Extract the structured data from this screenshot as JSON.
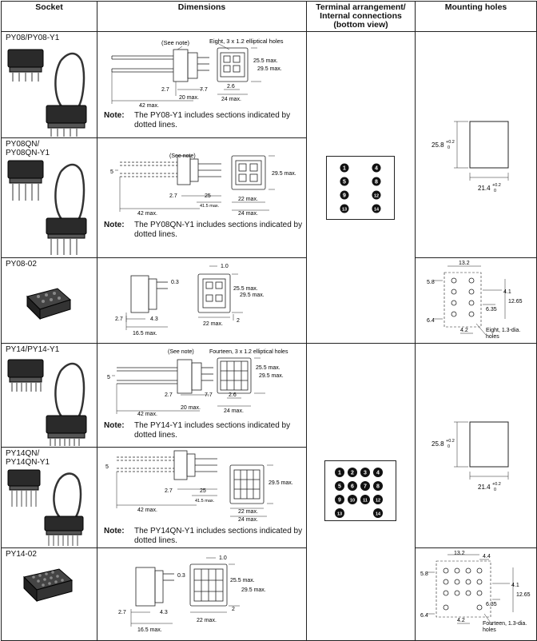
{
  "headers": {
    "socket": "Socket",
    "dimensions": "Dimensions",
    "terminal_line1": "Terminal arrangement/",
    "terminal_line2": "Internal connections",
    "terminal_line3": "(bottom view)",
    "mounting": "Mounting holes"
  },
  "rows": [
    {
      "socket": "PY08/PY08-Y1",
      "note_label": "Note:",
      "note_text": "The PY08-Y1 includes sections indicated by dotted lines.",
      "callout_see": "(See note)",
      "callout_holes": "Eight, 3 x 1.2 elliptical holes",
      "d1": "25.5 max.",
      "d2": "29.5 max.",
      "d3": "2.7",
      "d4": "7.7",
      "d5": "20 max.",
      "d6": "2.6",
      "d7": "42 max.",
      "d8": "24 max."
    },
    {
      "socket_l1": "PY08QN/",
      "socket_l2": "PY08QN-Y1",
      "note_label": "Note:",
      "note_text": "The PY08QN-Y1 includes sections indicated by dotted lines.",
      "callout_see": "(See note)",
      "d_5": "5",
      "d1": "29.5 max.",
      "d2": "2.7",
      "d3": "25",
      "d4": "41.5 max.",
      "d5": "22 max.",
      "d6": "42 max.",
      "d7": "24 max."
    },
    {
      "socket": "PY08-02",
      "d1": "1.0",
      "d2": "0.3",
      "d3": "25.5 max.",
      "d4": "29.5 max.",
      "d5": "2.7",
      "d6": "4.3",
      "d7": "22 max.",
      "d8": "2",
      "d9": "16.5 max."
    },
    {
      "socket": "PY14/PY14-Y1",
      "note_label": "Note:",
      "note_text": "The PY14-Y1 includes sections indicated by dotted lines.",
      "callout_see": "(See note)",
      "callout_holes": "Fourteen, 3 x 1.2 elliptical holes",
      "d_5": "5",
      "d1": "25.5 max.",
      "d2": "29.5 max.",
      "d3": "2.7",
      "d4": "7.7",
      "d5": "2.6",
      "d6": "20 max.",
      "d7": "42 max.",
      "d8": "24 max."
    },
    {
      "socket_l1": "PY14QN/",
      "socket_l2": "PY14QN-Y1",
      "note_label": "Note:",
      "note_text": "The PY14QN-Y1 includes sections indicated by dotted lines.",
      "d_5": "5",
      "d1": "29.5 max.",
      "d2": "2.7",
      "d3": "25",
      "d4": "41.5 max.",
      "d5": "22 max.",
      "d6": "42 max.",
      "d7": "24 max."
    },
    {
      "socket": "PY14-02",
      "d1": "1.0",
      "d2": "0.3",
      "d3": "25.5 max.",
      "d4": "29.5 max.",
      "d5": "2.7",
      "d6": "4.3",
      "d7": "2",
      "d8": "22 max.",
      "d9": "16.5 max."
    }
  ],
  "terminal_8": [
    "1",
    "4",
    "5",
    "8",
    "9",
    "12",
    "13",
    "14"
  ],
  "terminal_14": [
    "1",
    "2",
    "3",
    "4",
    "5",
    "6",
    "7",
    "8",
    "9",
    "10",
    "11",
    "12",
    "13",
    "14"
  ],
  "mounting": {
    "rect_h": "25.8",
    "rect_h_tol": "+0.2",
    "rect_h_tol0": "0",
    "rect_w": "21.4",
    "rect_w_tol": "+0.2",
    "rect_w_tol0": "0",
    "m8": {
      "a": "13.2",
      "b": "5.8",
      "c": "4.1",
      "d": "12.65",
      "e": "6.35",
      "f": "6.4",
      "g": "4.2",
      "h1": "Eight, 1.3-dia.",
      "h2": "holes"
    },
    "m14": {
      "a": "13.2",
      "b": "4.4",
      "c": "5.8",
      "d": "4.1",
      "e": "12.65",
      "f": "6.35",
      "g": "6.4",
      "h": "4.2",
      "h1": "Fourteen, 1.3-dia.",
      "h2": "holes"
    }
  }
}
